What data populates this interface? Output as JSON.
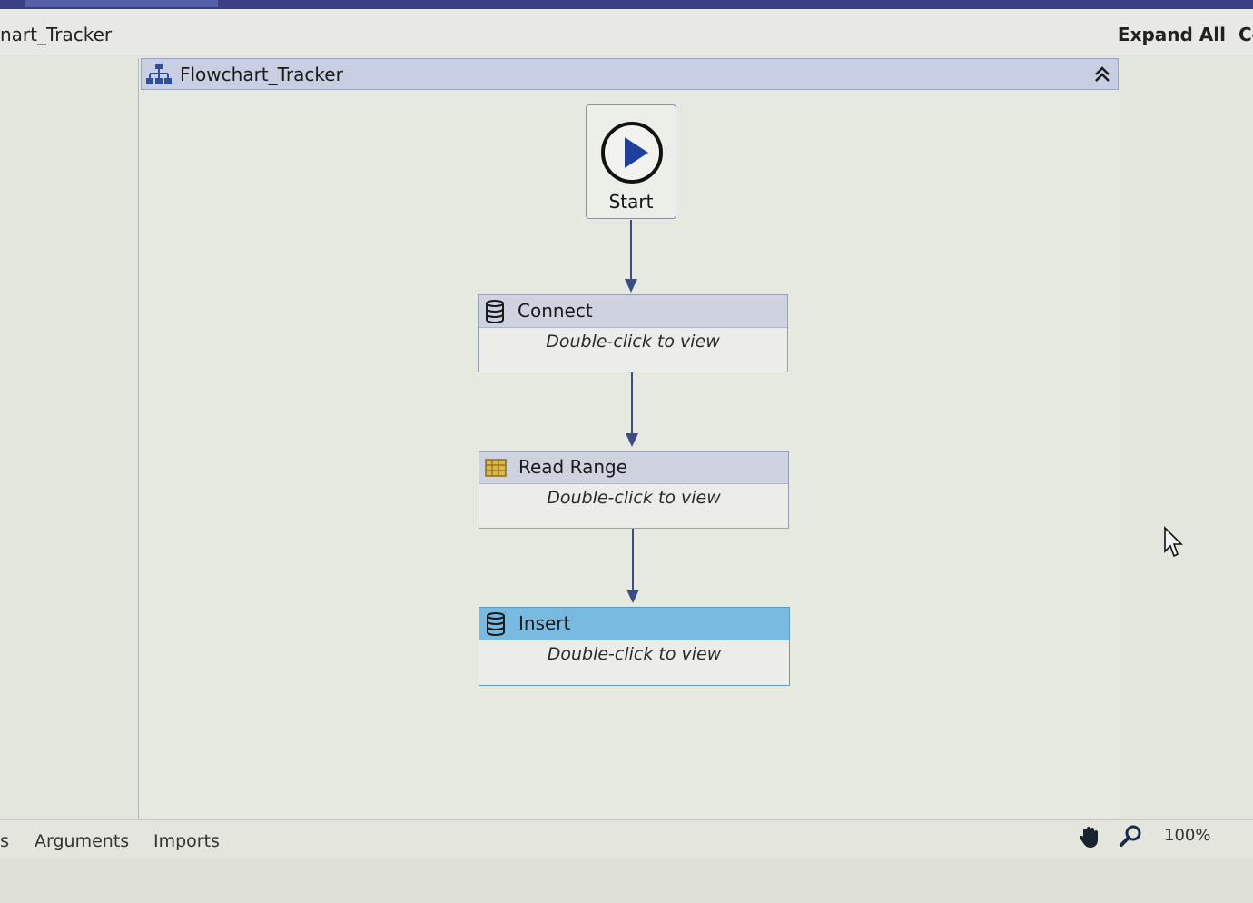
{
  "window": {
    "breadcrumb": "nart_Tracker",
    "expand_all_label": "Expand All",
    "collapse_all_label": "Collapse All"
  },
  "flowchart": {
    "title": "Flowchart_Tracker",
    "start_label": "Start",
    "activities": [
      {
        "title": "Connect",
        "body": "Double-click to view",
        "icon": "database-icon"
      },
      {
        "title": "Read Range",
        "body": "Double-click to view",
        "icon": "spreadsheet-icon"
      },
      {
        "title": "Insert",
        "body": "Double-click to view",
        "icon": "database-icon",
        "selected": true
      }
    ]
  },
  "status_bar": {
    "tabs": [
      "Variables",
      "Arguments",
      "Imports"
    ],
    "zoom_level": "100%"
  },
  "colors": {
    "header_bar": "#c9cfe2",
    "selected_header": "#79bbe0",
    "connector": "#3b4d86",
    "top_tab_strip": "#3a3f86"
  }
}
